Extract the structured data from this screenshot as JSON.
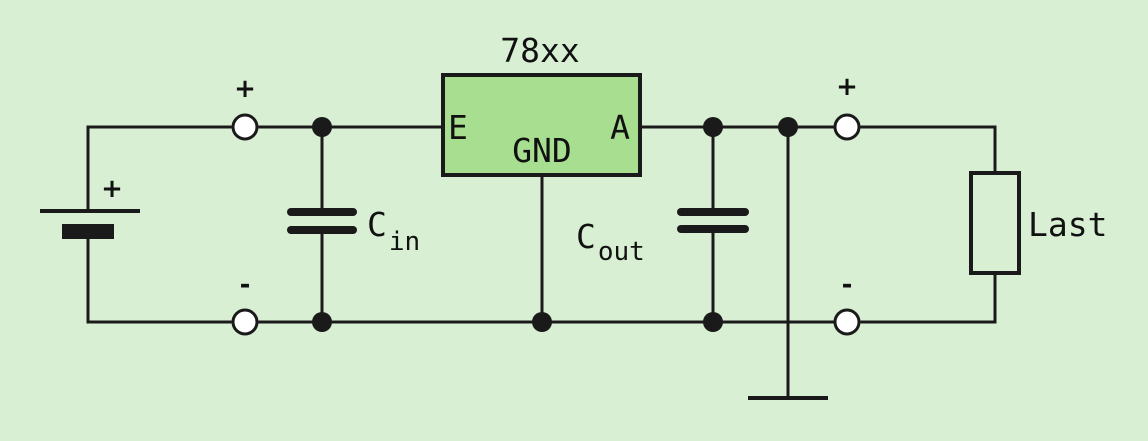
{
  "regulator": {
    "name": "78xx",
    "pin_in": "E",
    "pin_gnd": "GND",
    "pin_out": "A",
    "fill": "#a8de90"
  },
  "battery": {
    "plus": "+"
  },
  "input_terminals": {
    "plus": "+",
    "minus": "-"
  },
  "output_terminals": {
    "plus": "+",
    "minus": "-"
  },
  "cin": {
    "main": "C",
    "sub": "in"
  },
  "cout": {
    "main": "C",
    "sub": "out"
  },
  "load": {
    "label": "Last"
  },
  "colors": {
    "background": "#d9efd4",
    "wire": "#1a1a1a",
    "regulator": "#a8de90"
  }
}
